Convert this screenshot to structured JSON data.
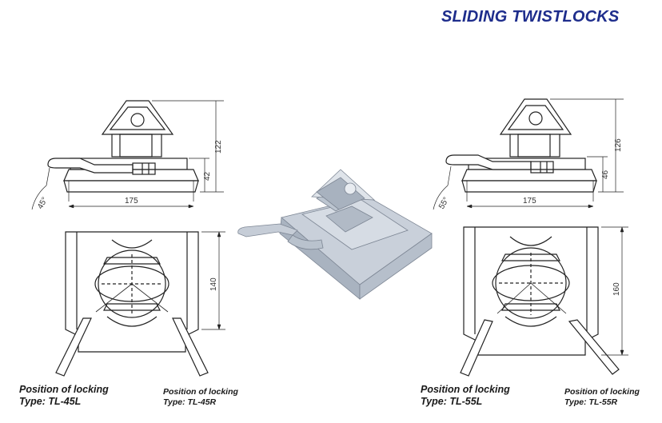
{
  "title": "SLIDING TWISTLOCKS",
  "left": {
    "width_dim": "175",
    "height_dim": "122",
    "base_dim": "42",
    "plan_dim": "140",
    "angle": "45°",
    "caption_main": {
      "line1": "Position of locking",
      "line2": "Type: TL-45L"
    },
    "caption_alt": {
      "line1": "Position of locking",
      "line2": "Type: TL-45R"
    }
  },
  "right": {
    "width_dim": "175",
    "height_dim": "126",
    "base_dim": "46",
    "plan_dim": "160",
    "angle": "55°",
    "caption_main": {
      "line1": "Position of locking",
      "line2": "Type: TL-55L"
    },
    "caption_alt": {
      "line1": "Position of locking",
      "line2": "Type: TL-55R"
    }
  },
  "colors": {
    "title": "#1e2d8c",
    "line": "#222222",
    "render": "#c3cbd6"
  }
}
